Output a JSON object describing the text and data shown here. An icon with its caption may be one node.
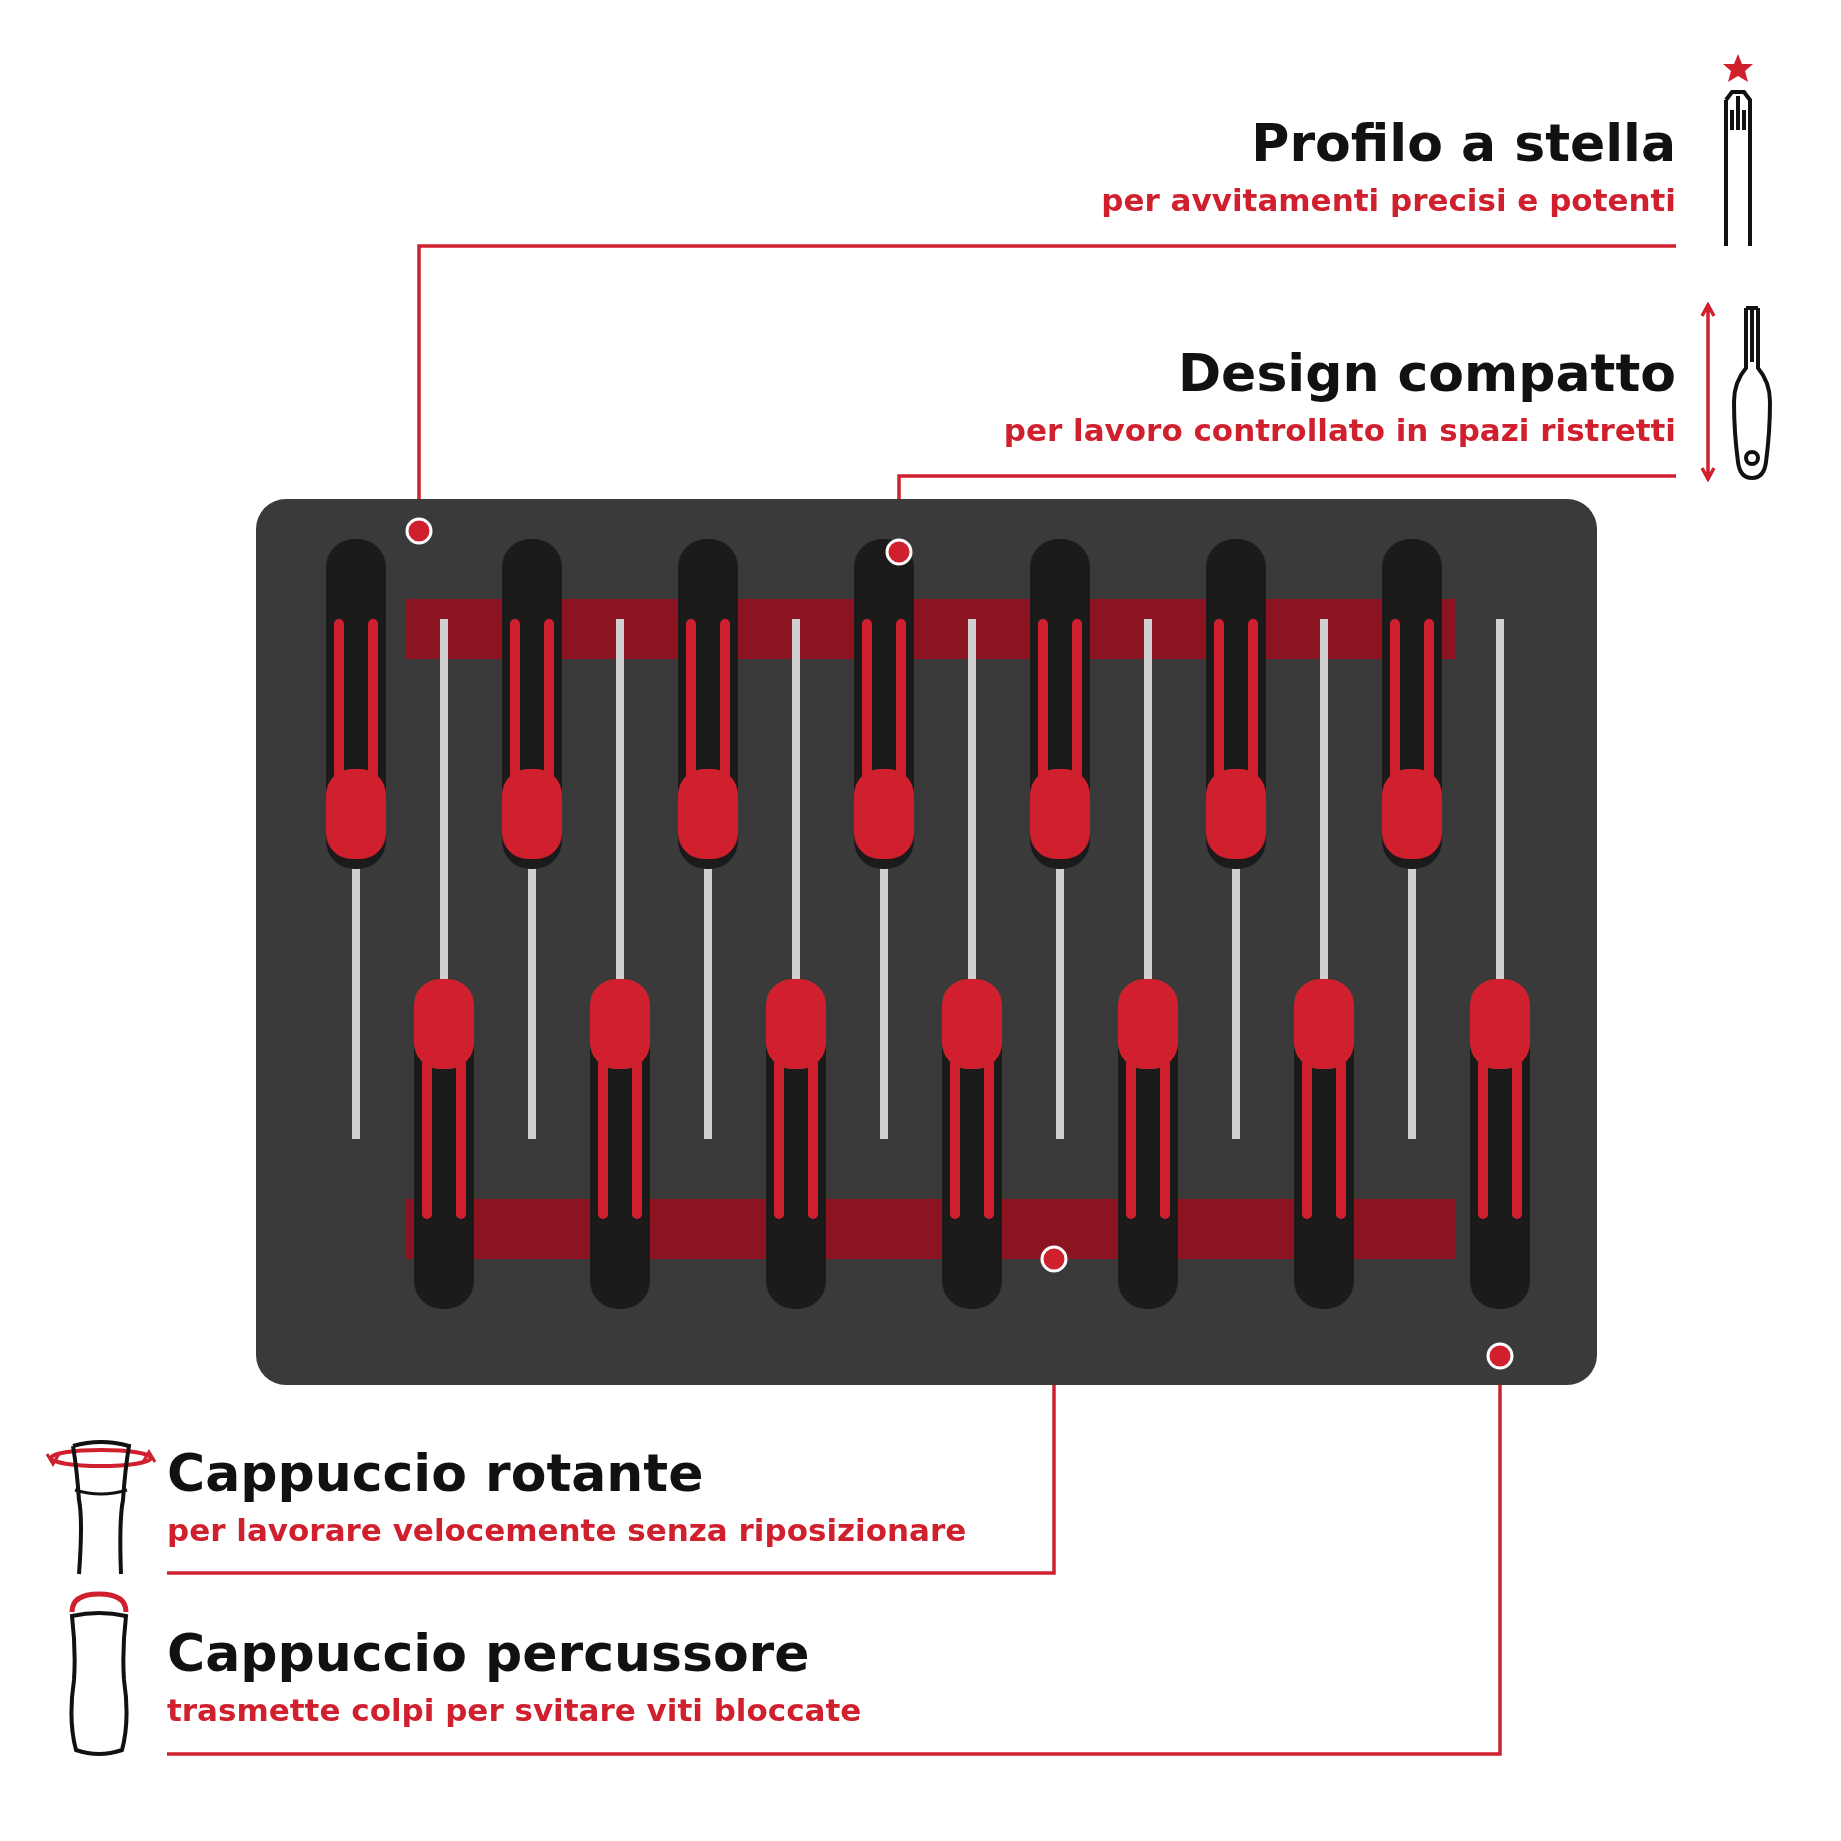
{
  "diagram": {
    "nodes": [
      {
        "text": [
          "Profilo a stella",
          "per avvitamenti precisi e potenti"
        ]
      },
      {
        "text": [
          "Design compatto",
          "per lavoro controllato in spazi ristretti"
        ]
      },
      {
        "text": [
          "Cappuccio rotante",
          "per lavorare velocemente senza riposizionare"
        ]
      },
      {
        "text": [
          "Cappuccio percussore",
          "trasmette colpi per svitare viti bloccate"
        ]
      },
      {
        "text": [],
        "shape": "picture"
      },
      {
        "text": [],
        "shape": "circle",
        "in": 4
      },
      {
        "text": [],
        "shape": "circle",
        "in": 4
      },
      {
        "text": [],
        "shape": "circle",
        "in": 4
      },
      {
        "text": [],
        "shape": "circle",
        "in": 4
      }
    ],
    "edges": [
      {
        "from": 0,
        "to": 5,
        "arrow": "none"
      },
      {
        "from": 1,
        "to": 6,
        "arrow": "none"
      },
      {
        "from": 2,
        "to": 7,
        "arrow": "none"
      },
      {
        "from": 3,
        "to": 8,
        "arrow": "none"
      }
    ]
  }
}
